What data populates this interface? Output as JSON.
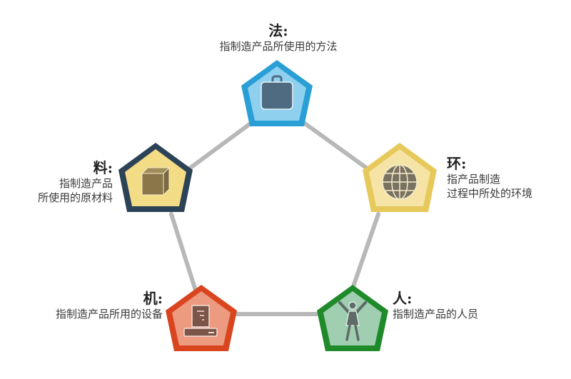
{
  "diagram": {
    "type": "5M1E cycle",
    "connector_color": "#b8b8b8",
    "nodes": [
      {
        "id": "method",
        "title": "法:",
        "desc_lines": [
          "指制造产品所使用的方法"
        ],
        "icon": "briefcase-icon",
        "outer_color": "#2a9fd6",
        "inner_color": "#8fd0ef",
        "icon_color": "#4f6b82"
      },
      {
        "id": "environment",
        "title": "环:",
        "desc_lines": [
          "指产品制造",
          "过程中所处的环境"
        ],
        "icon": "globe-icon",
        "outer_color": "#e6c95a",
        "inner_color": "#f5e4a6",
        "icon_color": "#7a7260"
      },
      {
        "id": "man",
        "title": "人:",
        "desc_lines": [
          "指制造产品的人员"
        ],
        "icon": "person-icon",
        "outer_color": "#1f8a2a",
        "inner_color": "#9fcfb0",
        "icon_color": "#5e6b66"
      },
      {
        "id": "machine",
        "title": "机:",
        "desc_lines": [
          "指制造产品所用的设备"
        ],
        "icon": "computer-icon",
        "outer_color": "#d9451f",
        "inner_color": "#ec9a80",
        "icon_color": "#7a5548"
      },
      {
        "id": "material",
        "title": "料:",
        "desc_lines": [
          "指制造产品",
          "所使用的原材料"
        ],
        "icon": "box-icon",
        "outer_color": "#2c4256",
        "inner_color": "#f3dc86",
        "icon_color": "#8a7648"
      }
    ]
  }
}
